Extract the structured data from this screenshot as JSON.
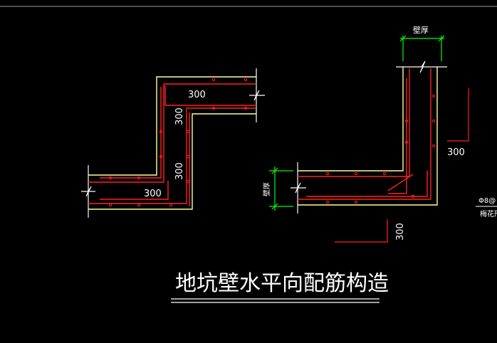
{
  "drawing": {
    "title": "地坑壁水平向配筋构造",
    "dimensions": {
      "d1": "300",
      "d2": "300",
      "d3": "300",
      "d4": "300",
      "d5": "300",
      "d6": "300"
    },
    "labels": {
      "wall_thickness_top": "壁厚",
      "wall_thickness_left": "壁厚",
      "note_bar": "Φ8@",
      "note_type": "梅花形"
    },
    "colors": {
      "background": "#000000",
      "wall_outline": "#ffff99",
      "rebar": "#ff2020",
      "dimension": "#00ff00",
      "line": "#ffffff"
    }
  }
}
